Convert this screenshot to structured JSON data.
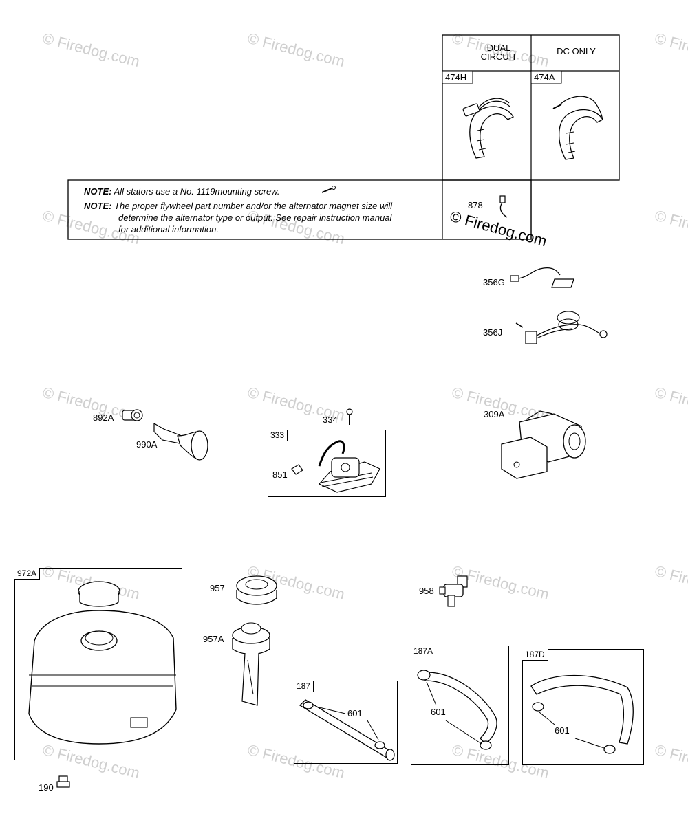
{
  "header_table": {
    "dual_circuit": "DUAL\nCIRCUIT",
    "dc_only": "DC ONLY",
    "col1_part": "474H",
    "col2_part": "474A"
  },
  "notes": {
    "note_label": "NOTE:",
    "note1": "All stators use a No. 1119mounting screw.",
    "note2_line1": "The proper flywheel part number and/or the alternator magnet size will",
    "note2_line2": "determine the alternator type or output. See repair instruction manual",
    "note2_line3": "for additional information."
  },
  "parts": {
    "p878": "878",
    "p356g": "356G",
    "p356j": "356J",
    "p892a": "892A",
    "p990a": "990A",
    "p334": "334",
    "p333": "333",
    "p851": "851",
    "p309a": "309A",
    "p972a": "972A",
    "p957": "957",
    "p957a": "957A",
    "p958": "958",
    "p187": "187",
    "p187a": "187A",
    "p187d": "187D",
    "p601a": "601",
    "p601b": "601",
    "p601c": "601",
    "p190": "190"
  },
  "watermark": {
    "text": "© Firedog.com"
  }
}
